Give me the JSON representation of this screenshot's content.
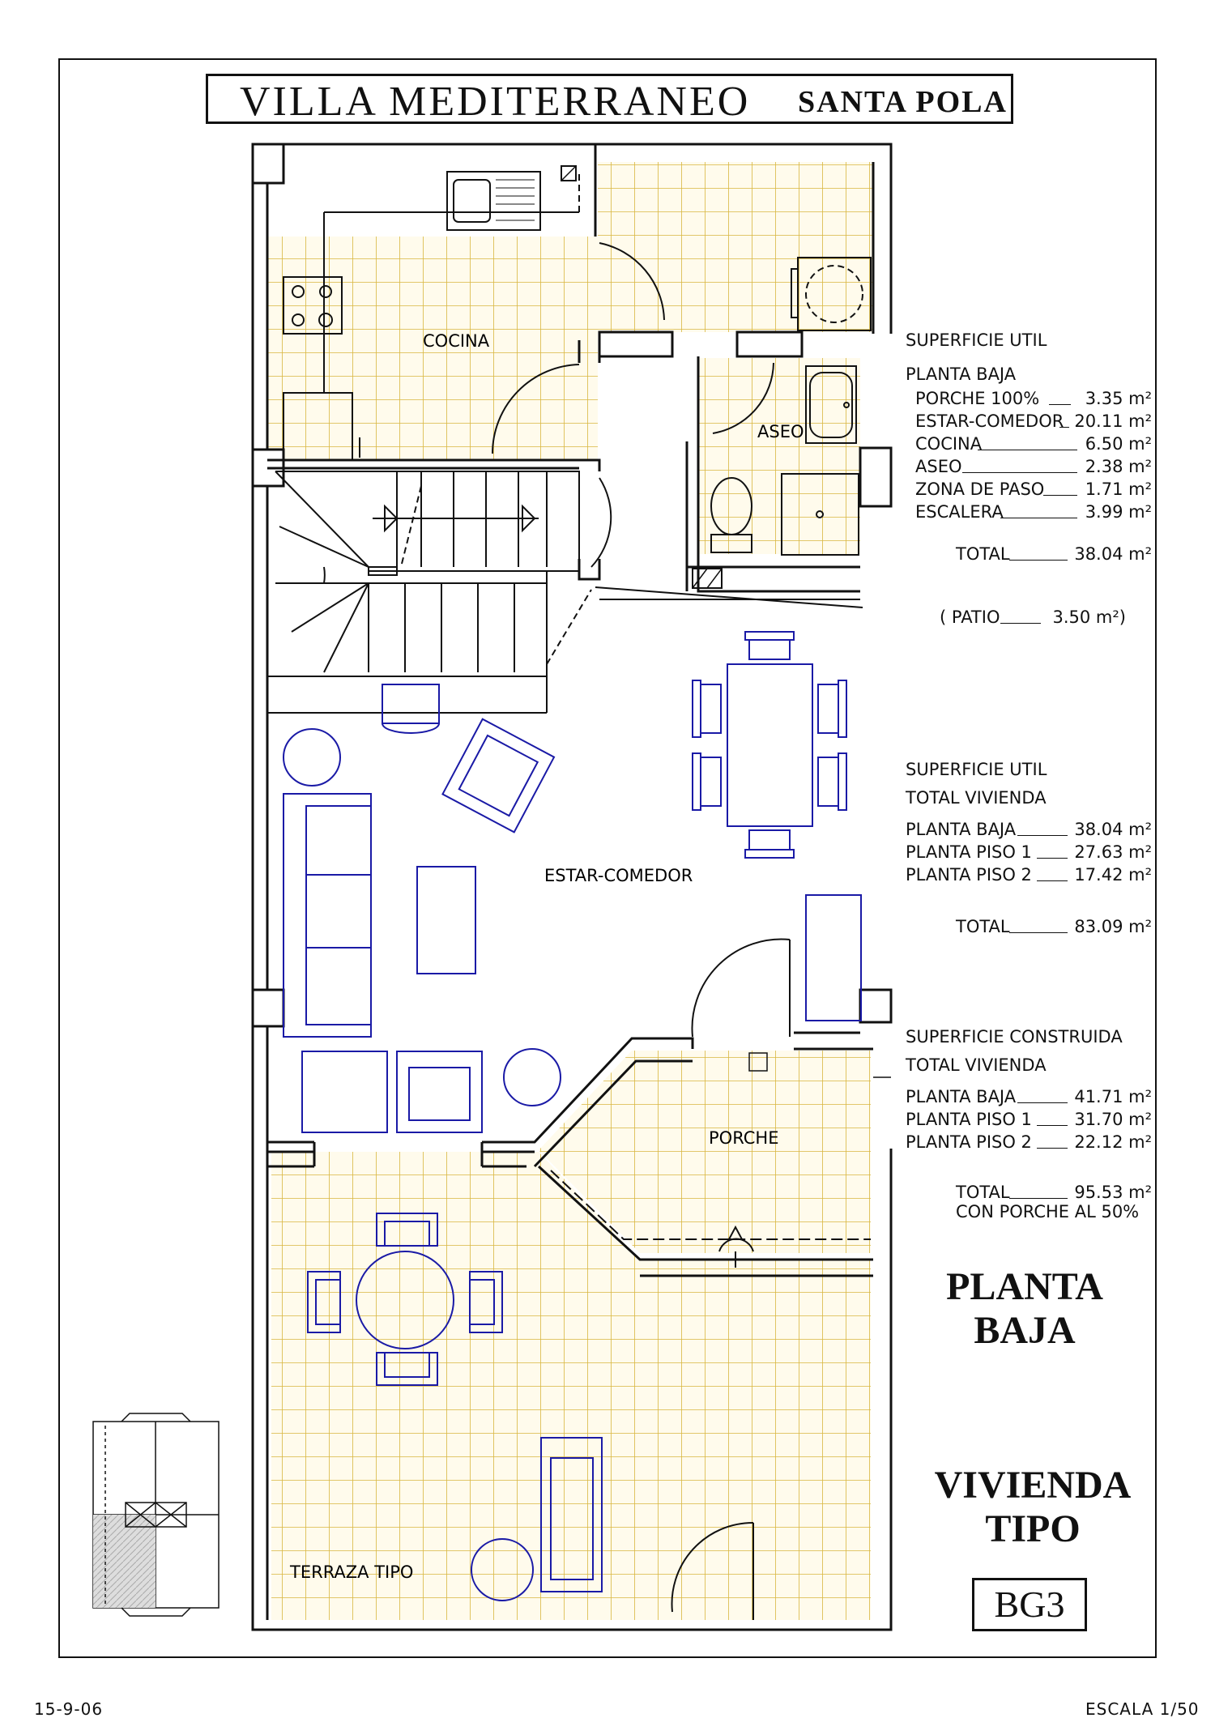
{
  "header": {
    "title": "VILLA MEDITERRANEO",
    "location": "SANTA POLA"
  },
  "rooms": {
    "cocina": "COCINA",
    "aseo": "ASEO",
    "estar": "ESTAR-COMEDOR",
    "porche": "PORCHE",
    "terraza": "TERRAZA TIPO"
  },
  "util_planta": {
    "heading1": "SUPERFICIE UTIL",
    "heading2": "PLANTA BAJA",
    "rows": [
      {
        "label": "PORCHE 100%",
        "value": "3.35 m²"
      },
      {
        "label": "ESTAR-COMEDOR",
        "value": "20.11 m²"
      },
      {
        "label": "COCINA",
        "value": "6.50 m²"
      },
      {
        "label": "ASEO",
        "value": "2.38 m²"
      },
      {
        "label": "ZONA DE PASO",
        "value": "1.71 m²"
      },
      {
        "label": "ESCALERA",
        "value": "3.99 m²"
      }
    ],
    "total_label": "TOTAL",
    "total_value": "38.04 m²",
    "patio": "( PATIO",
    "patio_value": "3.50 m²)"
  },
  "util_vivienda": {
    "heading1": "SUPERFICIE UTIL",
    "heading2": "TOTAL VIVIENDA",
    "rows": [
      {
        "label": "PLANTA BAJA",
        "value": "38.04 m²"
      },
      {
        "label": "PLANTA PISO 1",
        "value": "27.63 m²"
      },
      {
        "label": "PLANTA PISO 2",
        "value": "17.42 m²"
      }
    ],
    "total_label": "TOTAL",
    "total_value": "83.09 m²"
  },
  "construida": {
    "heading1": "SUPERFICIE CONSTRUIDA",
    "heading2": "TOTAL VIVIENDA",
    "rows": [
      {
        "label": "PLANTA BAJA",
        "value": "41.71 m²"
      },
      {
        "label": "PLANTA PISO 1",
        "value": "31.70 m²"
      },
      {
        "label": "PLANTA PISO 2",
        "value": "22.12 m²"
      }
    ],
    "total_label": "TOTAL",
    "total_value": "95.53 m²",
    "note": "CON PORCHE AL 50%"
  },
  "plan_title": {
    "line1": "PLANTA",
    "line2": "BAJA"
  },
  "type_title": {
    "line1": "VIVIENDA",
    "line2": "TIPO"
  },
  "code": "BG3",
  "footer": {
    "date": "15-9-06",
    "scale": "ESCALA 1/50"
  },
  "colors": {
    "wall": "#111111",
    "furniture": "#1a1aa6",
    "tile": "#d8b640",
    "tile_fill": "#fffbec"
  }
}
